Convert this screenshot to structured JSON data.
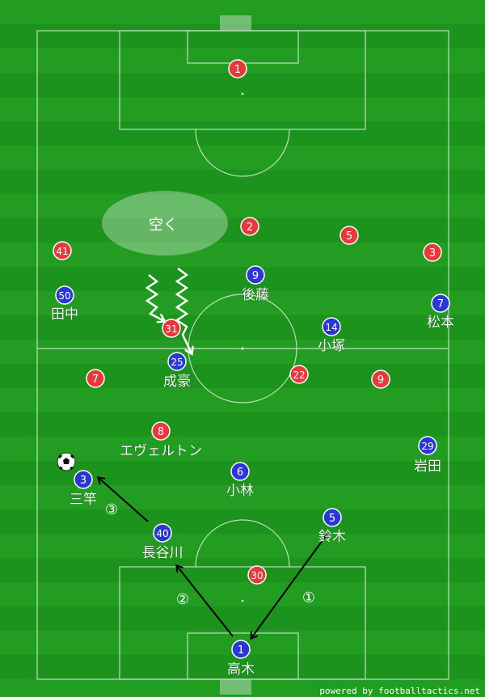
{
  "pitch": {
    "grass_color": "#1f9a1f",
    "line_color": "#dfeede"
  },
  "zone": {
    "label": "空く"
  },
  "teams": {
    "red": {
      "color": "#e8383b"
    },
    "blue": {
      "color": "#2a36d6"
    }
  },
  "players": [
    {
      "id": "r1",
      "team": "red",
      "number": "1",
      "name": ""
    },
    {
      "id": "r2",
      "team": "red",
      "number": "2",
      "name": ""
    },
    {
      "id": "r5",
      "team": "red",
      "number": "5",
      "name": ""
    },
    {
      "id": "r3",
      "team": "red",
      "number": "3",
      "name": ""
    },
    {
      "id": "r41",
      "team": "red",
      "number": "41",
      "name": ""
    },
    {
      "id": "r31",
      "team": "red",
      "number": "31",
      "name": ""
    },
    {
      "id": "r7",
      "team": "red",
      "number": "7",
      "name": ""
    },
    {
      "id": "r22",
      "team": "red",
      "number": "22",
      "name": ""
    },
    {
      "id": "r9",
      "team": "red",
      "number": "9",
      "name": ""
    },
    {
      "id": "r8",
      "team": "red",
      "number": "8",
      "name": "エヴェルトン"
    },
    {
      "id": "r30",
      "team": "red",
      "number": "30",
      "name": ""
    },
    {
      "id": "b9",
      "team": "blue",
      "number": "9",
      "name": "後藤"
    },
    {
      "id": "b50",
      "team": "blue",
      "number": "50",
      "name": "田中"
    },
    {
      "id": "b7",
      "team": "blue",
      "number": "7",
      "name": "松本"
    },
    {
      "id": "b14",
      "team": "blue",
      "number": "14",
      "name": "小塚"
    },
    {
      "id": "b25",
      "team": "blue",
      "number": "25",
      "name": "成豪"
    },
    {
      "id": "b29",
      "team": "blue",
      "number": "29",
      "name": "岩田"
    },
    {
      "id": "b3",
      "team": "blue",
      "number": "3",
      "name": "三竿"
    },
    {
      "id": "b6",
      "team": "blue",
      "number": "6",
      "name": "小林"
    },
    {
      "id": "b40",
      "team": "blue",
      "number": "40",
      "name": "長谷川"
    },
    {
      "id": "b5",
      "team": "blue",
      "number": "5",
      "name": "鈴木"
    },
    {
      "id": "b1",
      "team": "blue",
      "number": "1",
      "name": "高木"
    }
  ],
  "passes": [
    {
      "id": "pass-1",
      "label": "①"
    },
    {
      "id": "pass-2",
      "label": "②"
    },
    {
      "id": "pass-3",
      "label": "③"
    }
  ],
  "credit": "powered by footballtactics.net"
}
